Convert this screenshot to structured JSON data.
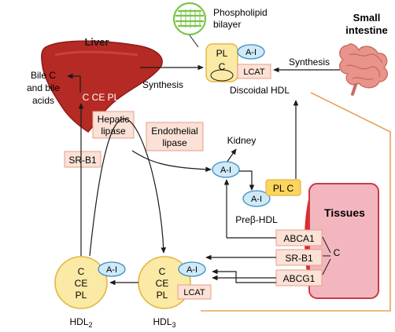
{
  "labels": {
    "liver": "Liver",
    "small_intestine_line1": "Small",
    "small_intestine_line2": "intestine",
    "phospholipid_line1": "Phospholipid",
    "phospholipid_line2": "bilayer",
    "bile_line1": "Bile C",
    "bile_line2": "and bile",
    "bile_line3": "acids",
    "liver_contents": "C CE PL",
    "synthesis_liver": "Synthesis",
    "synthesis_intestine": "Synthesis",
    "discoidal_hdl": "Discoidal HDL",
    "hepatic_lipase_line1": "Hepatic",
    "hepatic_lipase_line2": "lipase",
    "endothelial_lipase_line1": "Endothelial",
    "endothelial_lipase_line2": "lipase",
    "kidney": "Kidney",
    "srb1_liver": "SR-B1",
    "tissues": "Tissues",
    "abca1": "ABCA1",
    "srb1_tissue": "SR-B1",
    "abcg1": "ABCG1",
    "tissue_c": "C",
    "prebeta_hdl": "Preβ-HDL",
    "hdl2_base": "HDL",
    "hdl2_sub": "2",
    "hdl3_base": "HDL",
    "hdl3_sub": "3"
  },
  "particles": {
    "discoidal": {
      "pl": "PL",
      "c": "C",
      "a1": "A-I",
      "lcat": "LCAT"
    },
    "free_a1": "A-I",
    "prebeta": {
      "a1": "A-I",
      "plc": "PL C"
    },
    "hdl2": {
      "c": "C",
      "ce": "CE",
      "pl": "PL",
      "a1": "A-I"
    },
    "hdl3": {
      "c": "C",
      "ce": "CE",
      "pl": "PL",
      "a1": "A-I",
      "lcat": "LCAT"
    }
  },
  "colors": {
    "liver": "#b52a24",
    "liver_dark": "#8c1c18",
    "lipase_fill": "#fbe1d6",
    "lipase_stroke": "#e6a08a",
    "hdl_fill": "#fbe9a6",
    "hdl_stroke": "#e2b743",
    "a1_fill": "#cfe9f7",
    "a1_stroke": "#3b8fc6",
    "tissue_fill": "#f3b6bf",
    "tissue_stroke": "#c93a4a",
    "membrane": "#e02a2a",
    "bilayer": "#7cc44a",
    "orange_line": "#e8a25a",
    "intestine": "#e9948a"
  }
}
